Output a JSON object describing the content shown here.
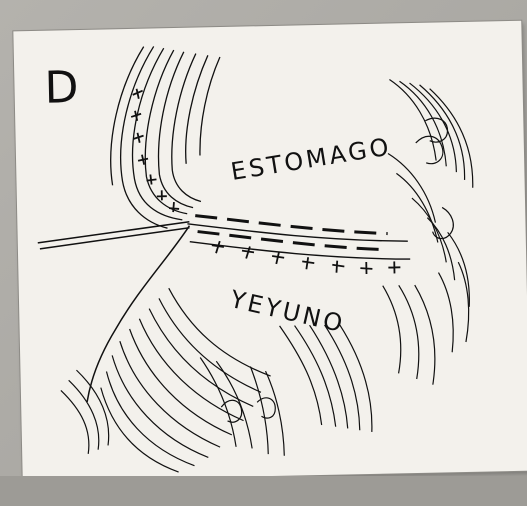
{
  "figure": {
    "panel_letter": "D",
    "labels": {
      "stomach": "ESTOMAGO",
      "jejunum": "YEYUNO"
    }
  },
  "colors": {
    "paper": "#f3f1ec",
    "ink": "#111111",
    "background": "#a9a7a2"
  }
}
